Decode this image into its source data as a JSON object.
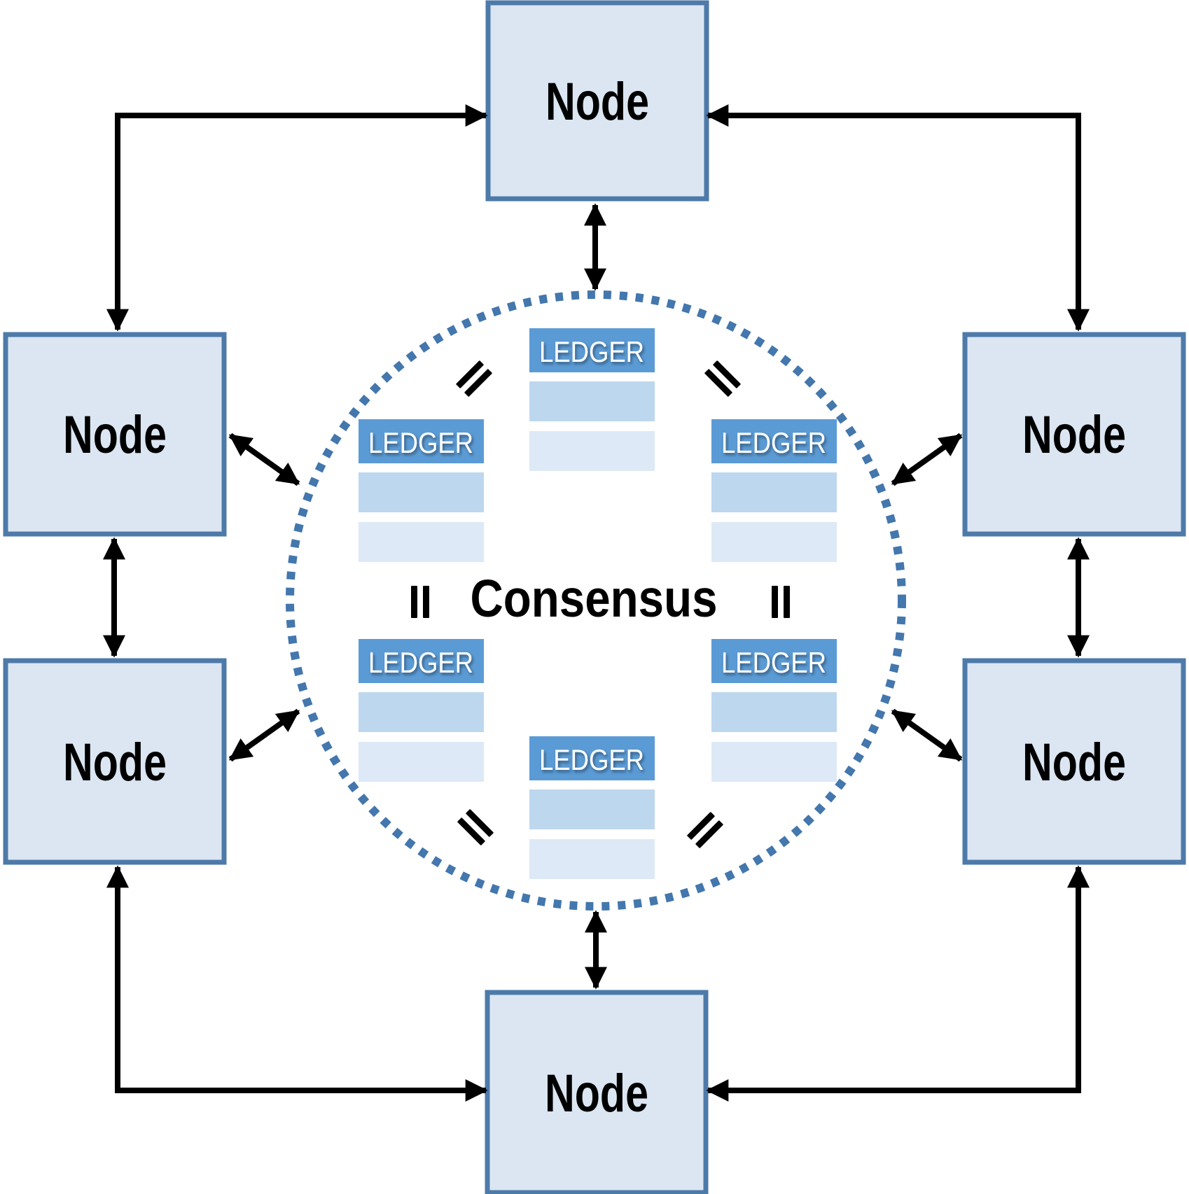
{
  "diagram": {
    "center": {
      "label": "Consensus"
    },
    "nodes": [
      {
        "id": "top",
        "label": "Node"
      },
      {
        "id": "top-left",
        "label": "Node"
      },
      {
        "id": "top-right",
        "label": "Node"
      },
      {
        "id": "bottom-left",
        "label": "Node"
      },
      {
        "id": "bottom-right",
        "label": "Node"
      },
      {
        "id": "bottom",
        "label": "Node"
      }
    ],
    "node_count": 6,
    "ledger": {
      "label": "LEDGER",
      "table_count": 6,
      "rows_per_table": 2
    },
    "equals_marks": {
      "count": 6
    },
    "connections": {
      "node_to_node_arrows": 6,
      "node_to_circle_arrows": 6,
      "style": "double-headed"
    }
  },
  "colors": {
    "background": "#ffffff",
    "node_fill": "#dbe6f2",
    "node_border": "#4d7aa9",
    "ledger_header": "#5b9bd5",
    "ledger_row_medium": "#bdd7ee",
    "ledger_row_light": "#dde9f6",
    "ledger_text": "#ffffff",
    "circle_dotted": "#4377ad",
    "arrow": "#000000",
    "label_text": "#000000"
  }
}
